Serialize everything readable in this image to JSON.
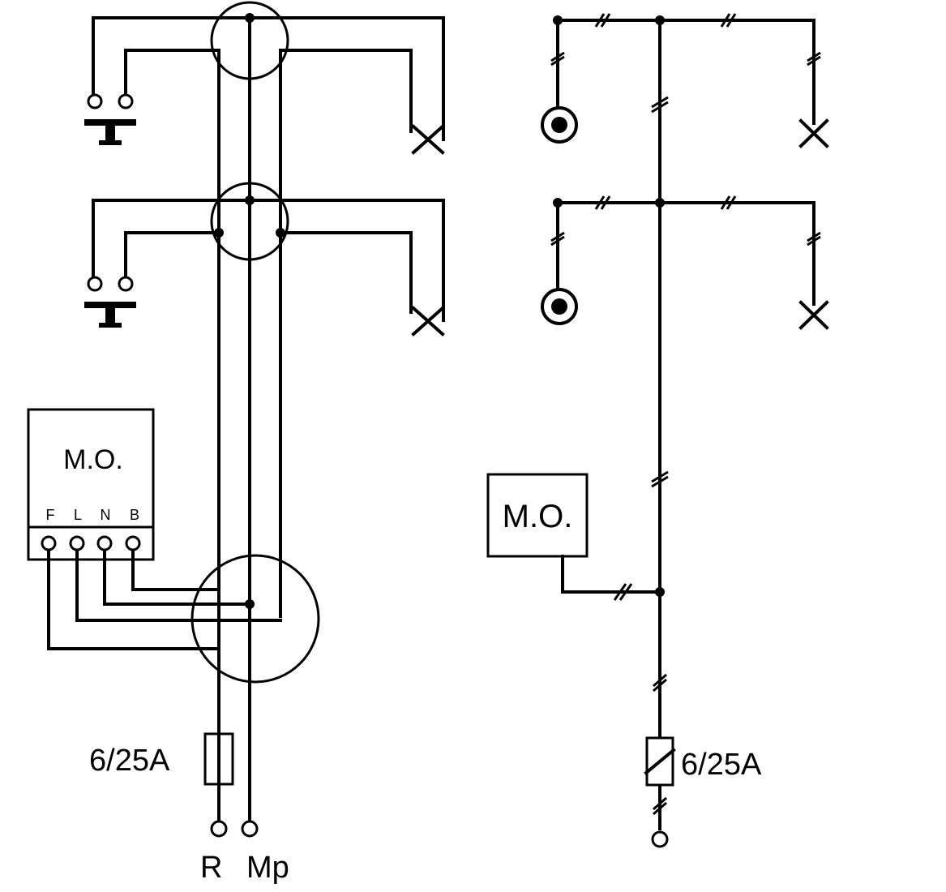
{
  "left_diagram": {
    "meter_box_label": "M.O.",
    "meter_terminals": [
      "F",
      "L",
      "N",
      "B"
    ],
    "fuse_rating": "6/25A",
    "supply_labels": {
      "phase": "R",
      "neutral": "Mp"
    }
  },
  "right_diagram": {
    "meter_box_label": "M.O.",
    "fuse_rating": "6/25A"
  }
}
